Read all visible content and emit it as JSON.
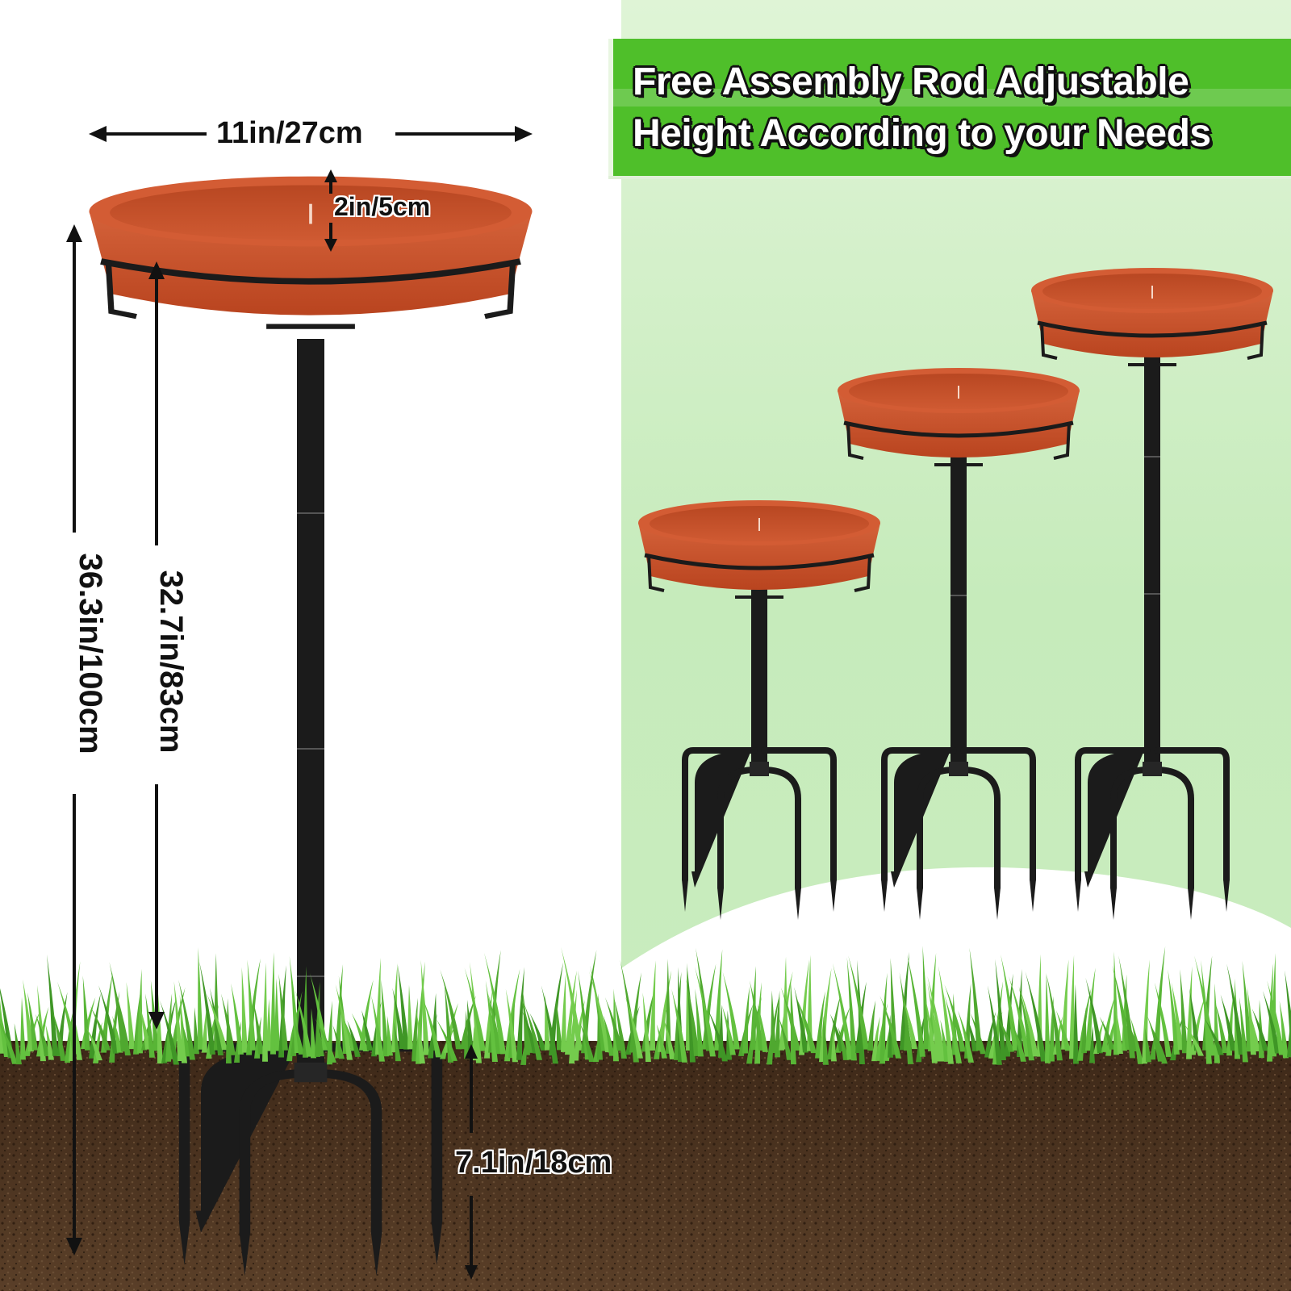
{
  "headline": {
    "line1": "Free Assembly Rod Adjustable",
    "line2": "Height According to your Needs"
  },
  "dimensions": {
    "bowl_width": "11in/27cm",
    "bowl_depth": "2in/5cm",
    "total_height": "36.3in/100cm",
    "rod_height": "32.7in/83cm",
    "stake_depth": "7.1in/18cm"
  },
  "icons": [
    "birdbath-bowl",
    "stake-rod",
    "four-prong-stake",
    "grass",
    "soil"
  ],
  "colors": {
    "banner_green": "#4fbf2a",
    "panel_green": "#c9ecbe",
    "bowl_terracotta": "#c4502b",
    "metal_black": "#1b1b1b",
    "soil_brown": "#4b3320",
    "grass_green": "#5cb83a"
  }
}
